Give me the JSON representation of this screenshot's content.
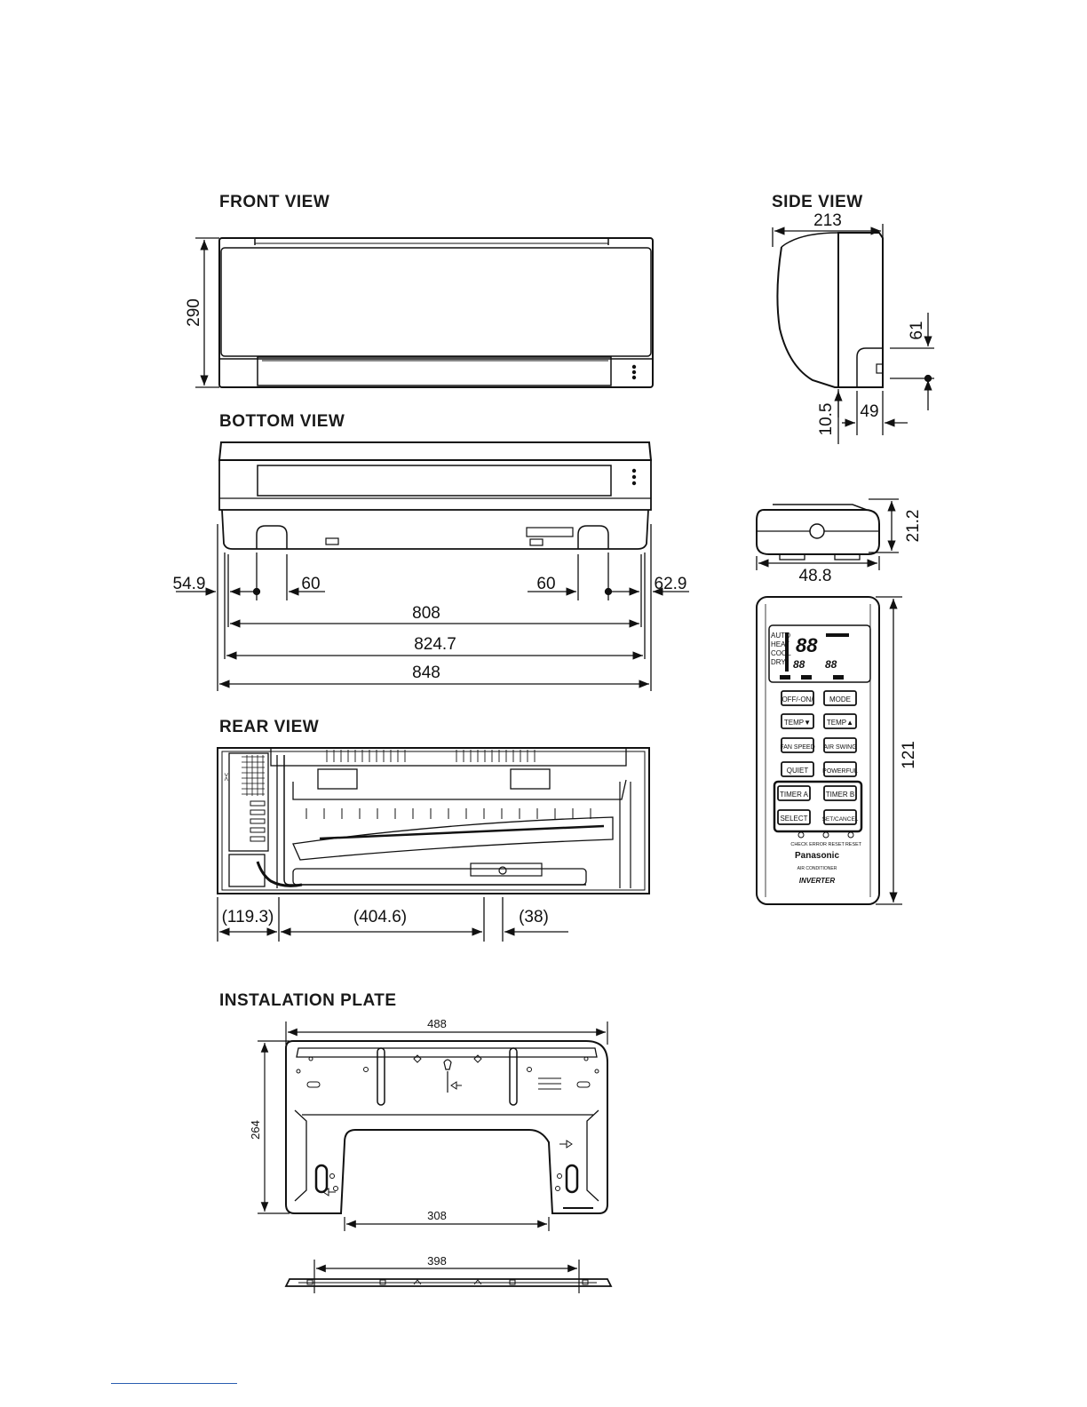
{
  "views": {
    "front": {
      "title": "FRONT VIEW",
      "height": "290"
    },
    "side": {
      "title": "SIDE VIEW",
      "depth": "213",
      "pipe_height": "61",
      "bottom_gap": "10.5",
      "pipe_offset": "49"
    },
    "bottom": {
      "title": "BOTTOM VIEW",
      "left_offset": "54.9",
      "left_hole": "60",
      "right_hole": "60",
      "right_offset": "62.9",
      "span_inner": "808",
      "span_mid": "824.7",
      "span_outer": "848"
    },
    "rear": {
      "title": "REAR VIEW",
      "seg_left": "(119.3)",
      "seg_mid": "(404.6)",
      "seg_right": "(38)"
    },
    "plate": {
      "title": "INSTALATION PLATE",
      "width": "488",
      "height": "264",
      "inner_width": "308",
      "side_width": "398"
    },
    "remote_holder": {
      "height": "21.2",
      "width": "48.8"
    },
    "remote": {
      "height": "121",
      "mode_labels": [
        "AUTO",
        "HEAT",
        "COOL",
        "DRY"
      ],
      "display_digits": "88",
      "buttons": [
        {
          "label": "OFF/-ON/",
          "name": "off-on-button"
        },
        {
          "label": "MODE",
          "name": "mode-button"
        },
        {
          "label": "TEMP▼",
          "name": "temp-down-button"
        },
        {
          "label": "TEMP▲",
          "name": "temp-up-button"
        },
        {
          "label": "FAN SPEED",
          "name": "fan-speed-button"
        },
        {
          "label": "AIR SWING",
          "name": "air-swing-button"
        },
        {
          "label": "QUIET",
          "name": "quiet-button"
        },
        {
          "label": "POWERFUL",
          "name": "powerful-button"
        },
        {
          "label": "TIMER A",
          "name": "timer-a-button"
        },
        {
          "label": "TIMER B",
          "name": "timer-b-button"
        },
        {
          "label": "SELECT",
          "name": "select-button"
        },
        {
          "label": "SET/CANCEL",
          "name": "set-cancel-button"
        }
      ],
      "small_buttons": [
        "CHECK",
        "ERROR RESET",
        "RESET"
      ],
      "brand": "Panasonic",
      "subtitle": "AIR CONDITIONER",
      "badge": "INVERTER"
    }
  }
}
